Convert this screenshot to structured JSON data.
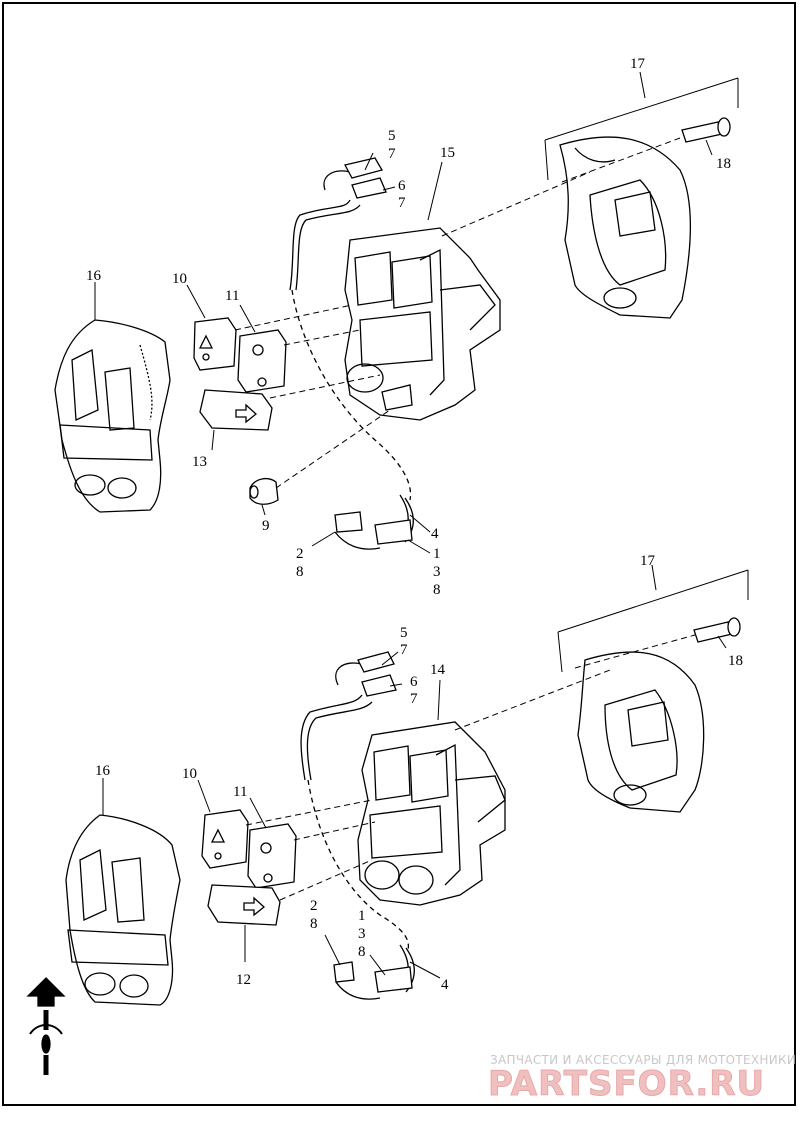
{
  "callouts": {
    "top": {
      "c1": "1",
      "c2": "2",
      "c3a": "3",
      "c4": "4",
      "c5": "5",
      "c6": "6",
      "c7a": "7",
      "c7b": "7",
      "c8a": "8",
      "c8b": "8",
      "c9": "9",
      "c10": "10",
      "c11": "11",
      "c13": "13",
      "c15": "15",
      "c16": "16",
      "c17": "17",
      "c18": "18"
    },
    "bottom": {
      "c1": "1",
      "c2": "2",
      "c3": "3",
      "c4": "4",
      "c5": "5",
      "c6": "6",
      "c7a": "7",
      "c7b": "7",
      "c8a": "8",
      "c8b": "8",
      "c10": "10",
      "c11": "11",
      "c12": "12",
      "c14": "14",
      "c16": "16",
      "c17": "17",
      "c18": "18"
    }
  },
  "watermark": {
    "tagline": "ЗАПЧАСТИ И АКСЕССУАРЫ ДЛЯ МОТОТЕХНИКИ",
    "logo": "PARTSFOR.RU"
  },
  "icons": [
    "hazard-triangle-icon",
    "turn-arrow-icon",
    "front-direction-arrow-icon",
    "handlebar-icon"
  ]
}
